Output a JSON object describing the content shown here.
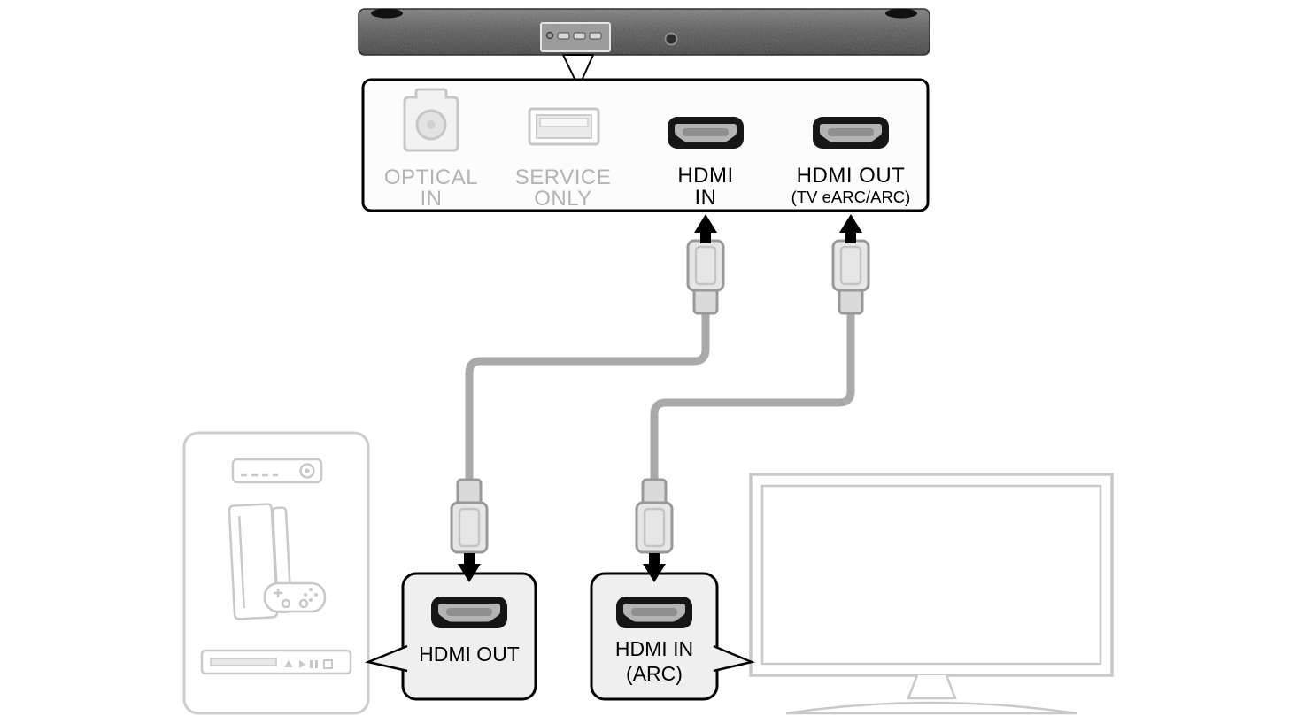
{
  "colors": {
    "outline": "#000000",
    "muted_label": "#b3b3b3",
    "muted_icon": "#c6c6c6",
    "cable": "#a9a9a9",
    "callout_box_fill": "#efefef",
    "device_outline": "#cdcdcd",
    "soundbar_dark": "#4a4a4a"
  },
  "rear_panel": {
    "optical": {
      "line1": "OPTICAL",
      "line2": "IN"
    },
    "service": {
      "line1": "SERVICE",
      "line2": "ONLY"
    },
    "hdmi_in": {
      "line1": "HDMI",
      "line2": "IN"
    },
    "hdmi_out": {
      "line1": "HDMI OUT",
      "line2": "(TV eARC/ARC)"
    }
  },
  "callouts": {
    "source_hdmi_out": {
      "label": "HDMI OUT"
    },
    "tv_hdmi_in": {
      "line1": "HDMI IN",
      "line2": "(ARC)"
    }
  }
}
